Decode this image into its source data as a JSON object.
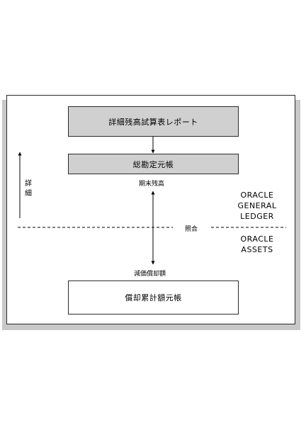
{
  "boxes": {
    "report": "詳細残高試算表レポート",
    "general_ledger": "総勘定元帳",
    "fixed_asset_ledger": "償却累計額元帳"
  },
  "labels": {
    "period_end_balance": "期末残高",
    "depreciation": "減価償却額",
    "reconciliation": "照合",
    "detail": "詳細"
  },
  "systems": {
    "general_ledger": [
      "ORACLE",
      "GENERAL",
      "LEDGER"
    ],
    "assets": [
      "ORACLE",
      "ASSETS"
    ]
  }
}
